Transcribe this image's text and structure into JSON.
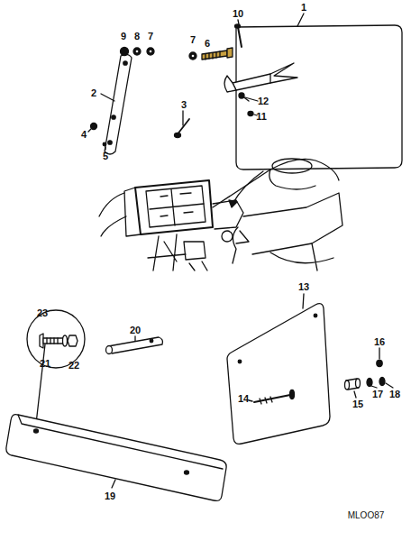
{
  "diagram": {
    "labels": [
      "10",
      "1",
      "9",
      "8",
      "7",
      "7",
      "6",
      "2",
      "4",
      "3",
      "12",
      "11",
      "5",
      "13",
      "23",
      "16",
      "21",
      "22",
      "20",
      "14",
      "15",
      "17",
      "18",
      "19",
      "MLOO87"
    ]
  }
}
